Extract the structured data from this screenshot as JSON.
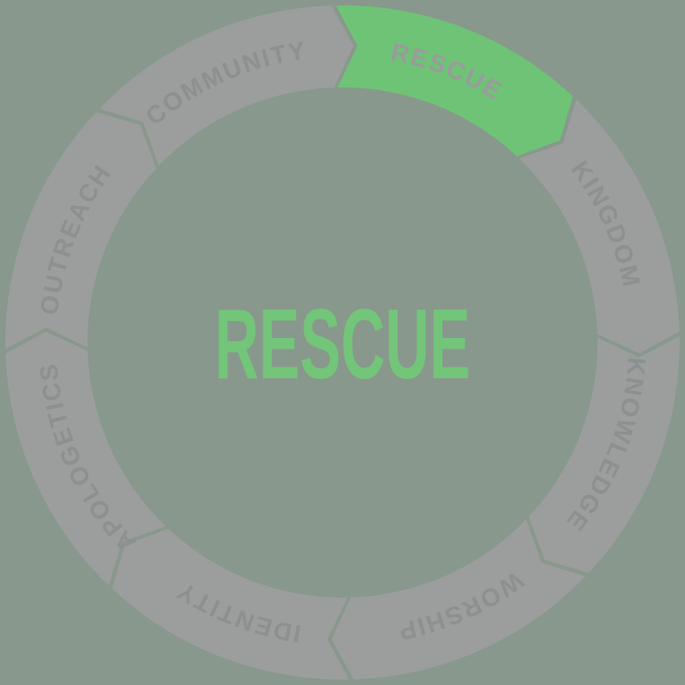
{
  "diagram": {
    "type": "cycle-ring",
    "center_label": "RESCUE",
    "active_segment": "RESCUE",
    "segments": [
      {
        "label": "RESCUE",
        "active": true
      },
      {
        "label": "KINGDOM",
        "active": false
      },
      {
        "label": "KNOWLEDGE",
        "active": false
      },
      {
        "label": "WORSHIP",
        "active": false
      },
      {
        "label": "IDENTITY",
        "active": false
      },
      {
        "label": "APOLOGETICS",
        "active": false
      },
      {
        "label": "OUTREACH",
        "active": false
      },
      {
        "label": "COMMUNITY",
        "active": false
      }
    ],
    "colors": {
      "background": "#88988c",
      "ring": "#9c9e9e",
      "ring_label": "#8d9090",
      "active_fill": "#6fc376",
      "active_label": "#9a9b9b",
      "center_label": "#73c579"
    }
  }
}
